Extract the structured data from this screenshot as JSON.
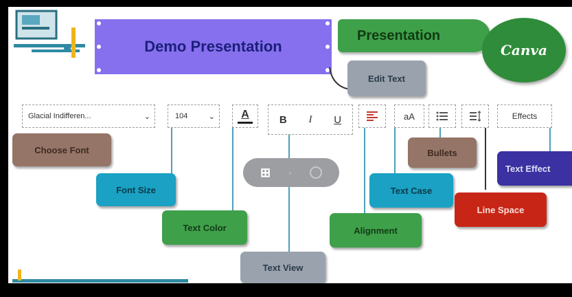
{
  "header": {
    "title": "Demo Presentation",
    "presentation_label": "Presentation",
    "canva_label": "Canva"
  },
  "toolbar": {
    "font_name": "Glacial Indifferen...",
    "font_size": "104",
    "bold": "B",
    "italic": "I",
    "underline": "U",
    "case_label": "aA",
    "effects_label": "Effects"
  },
  "callouts": {
    "edit_text": "Edit Text",
    "choose_font": "Choose Font",
    "font_size": "Font Size",
    "text_color": "Text Color",
    "text_view": "Text View",
    "alignment": "Alignment",
    "text_case": "Text Case",
    "bullets": "Bullets",
    "line_space": "Line Space",
    "text_effect": "Text Effect"
  },
  "colors": {
    "title_purple": "#8670ee",
    "green": "#3fa04a",
    "brown": "#957567",
    "teal": "#1aa1c3",
    "gray": "#9aa3ad",
    "red": "#c72616",
    "indigo": "#3b31a2"
  }
}
